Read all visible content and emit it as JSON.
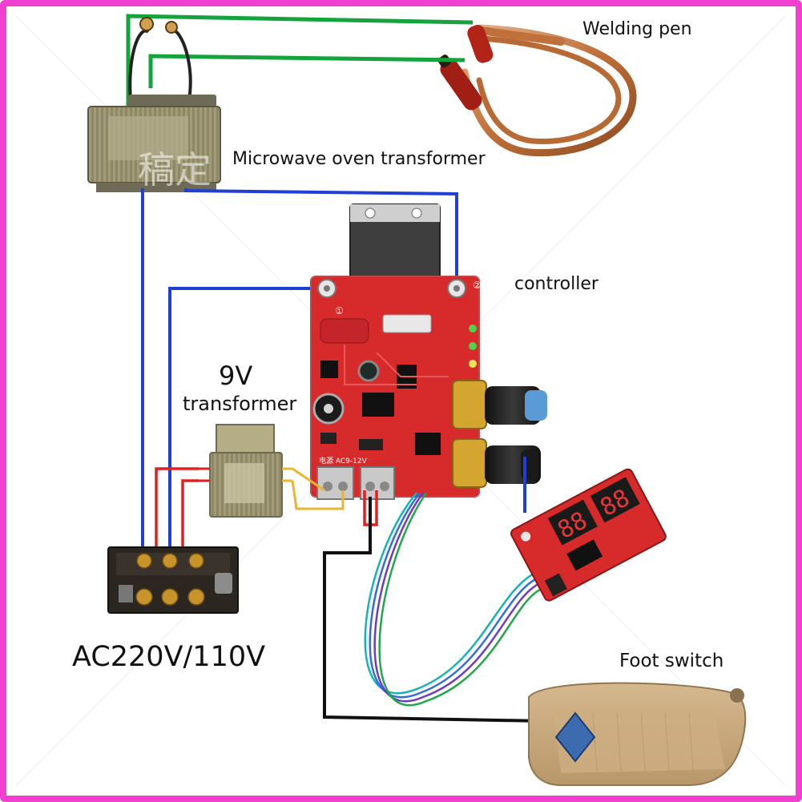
{
  "labels": {
    "welding_pen": "Welding pen",
    "microwave_transformer": "Microwave oven transformer",
    "controller": "controller",
    "transformer_9v_voltage": "9V",
    "transformer_9v_word": "transformer",
    "mains": "AC220V/110V",
    "foot_switch": "Foot switch"
  },
  "board": {
    "terminal_marks": [
      "①",
      "②"
    ],
    "silk_label": "电源 AC9-12V"
  },
  "wire_colors": {
    "green": "#14a33c",
    "blue": "#1f3fd6",
    "red": "#e0201e",
    "yellow": "#e8b630",
    "black": "#111111",
    "copper": "#c0703a"
  },
  "component_colors": {
    "pcb": "#d72a2a",
    "transformer_core": "#8f8a6f",
    "foot_switch": "#c8a77d",
    "frame": "#f23fd0"
  }
}
